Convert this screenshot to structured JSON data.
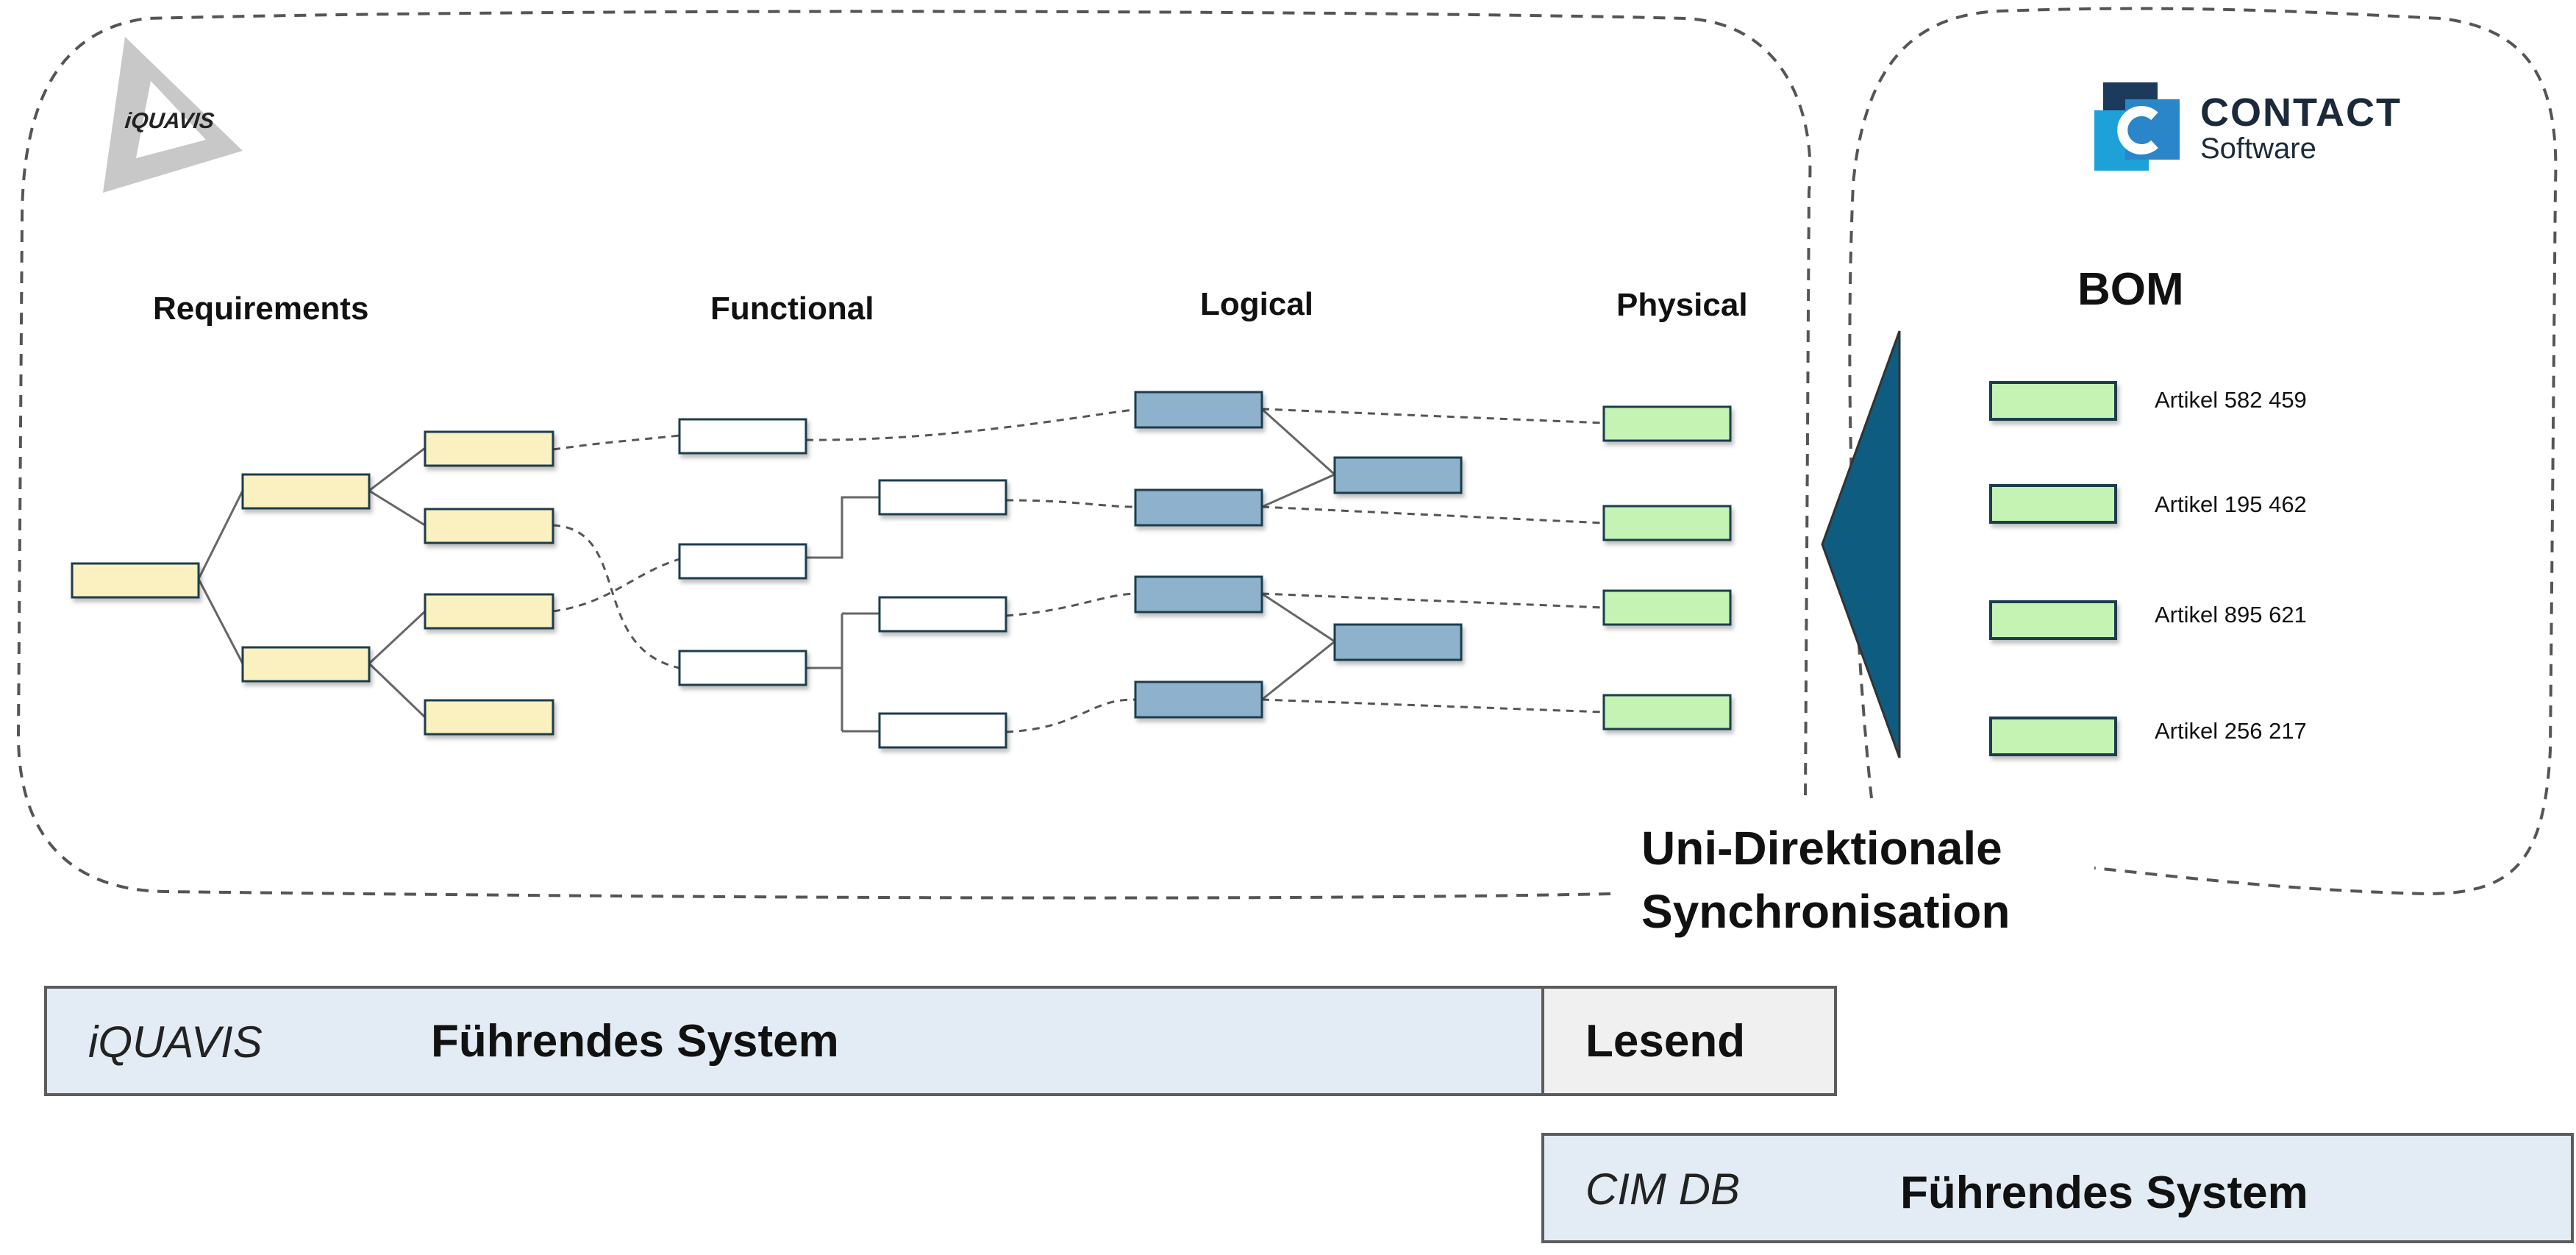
{
  "iquavis_logo": {
    "text": "iQUAVIS"
  },
  "contact_logo": {
    "line1": "CONTACT",
    "line2": "Software",
    "colors": {
      "dark": "#1b3a5c",
      "mid": "#2a86c8",
      "light": "#1ea0d8"
    }
  },
  "columns": {
    "requirements": "Requirements",
    "functional": "Functional",
    "logical": "Logical",
    "physical": "Physical"
  },
  "bom": {
    "title": "BOM",
    "items": [
      "Artikel 582 459",
      "Artikel 195 462",
      "Artikel 895 621",
      "Artikel 256 217"
    ]
  },
  "sync_label": {
    "line1": "Uni-Direktionale",
    "line2": "Synchronisation"
  },
  "bars": {
    "iquavis": {
      "name": "iQUAVIS",
      "role": "Führendes System",
      "read_role": "Lesend"
    },
    "cimdb": {
      "name": "CIM DB",
      "role": "Führendes System"
    }
  },
  "colors": {
    "requirement_box": "#fbf1c0",
    "functional_box": "#ffffff",
    "logical_box": "#8fb2cc",
    "physical_box": "#c4f3b4",
    "box_border": "#1f3d4d",
    "sync_triangle": "#0e5c80",
    "bar_fill": "#e3ecf4",
    "lesend_fill": "#f0f0f0"
  }
}
